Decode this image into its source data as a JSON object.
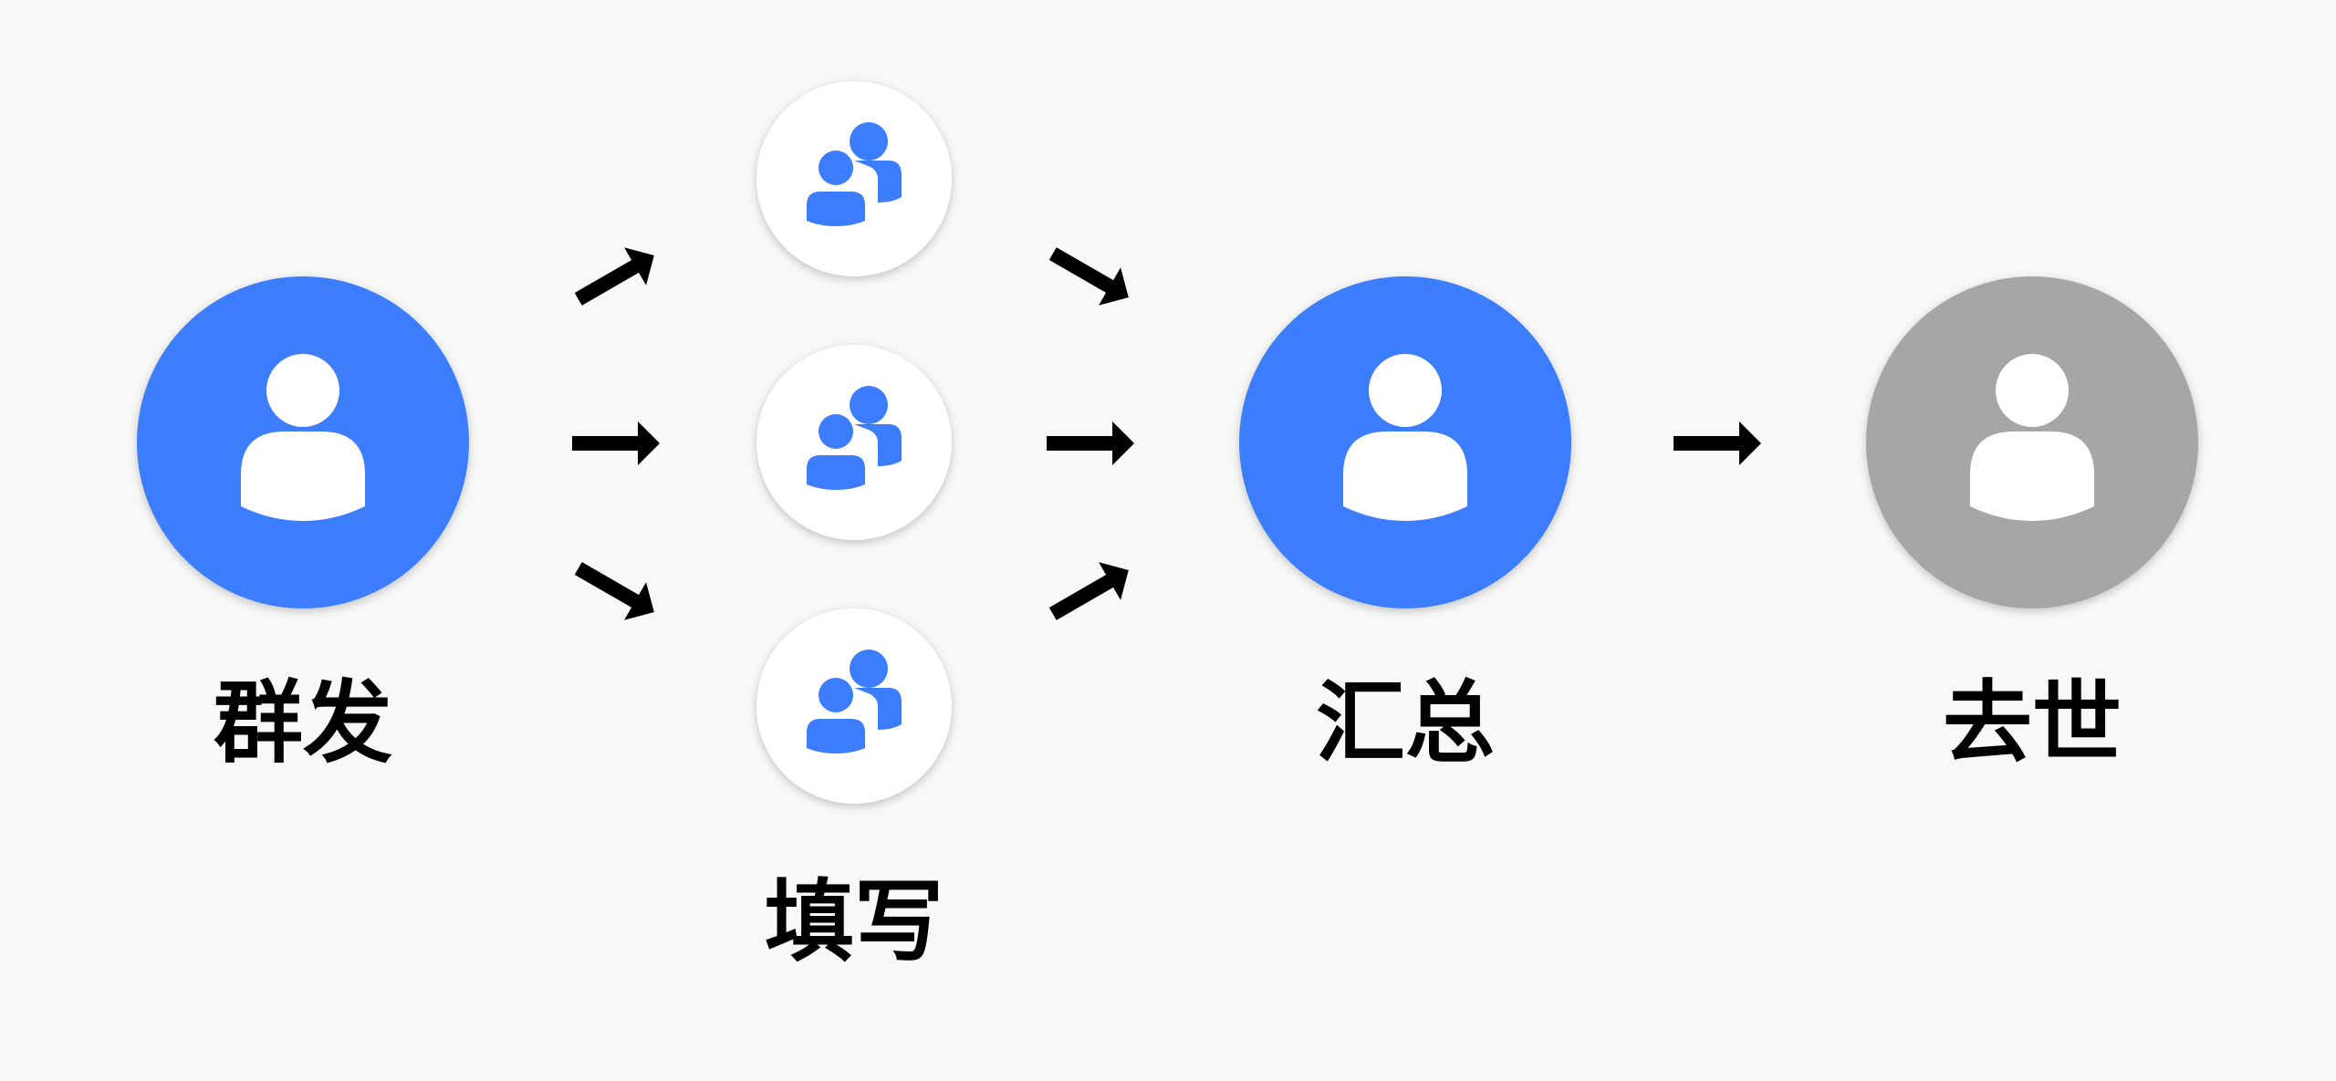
{
  "diagram": {
    "labels": {
      "broadcast": "群发",
      "fill": "填写",
      "summarize": "汇总",
      "deceased": "去世"
    },
    "nodes": {
      "broadcast": {
        "icon": "person-icon",
        "fill_color": "#3b7dfd",
        "icon_color": "#ffffff"
      },
      "fill_top": {
        "icon": "people-group-icon",
        "fill_color": "#ffffff",
        "icon_color": "#3b7dfd"
      },
      "fill_middle": {
        "icon": "people-group-icon",
        "fill_color": "#ffffff",
        "icon_color": "#3b7dfd"
      },
      "fill_bottom": {
        "icon": "people-group-icon",
        "fill_color": "#ffffff",
        "icon_color": "#3b7dfd"
      },
      "summarize": {
        "icon": "person-icon",
        "fill_color": "#3b7dfd",
        "icon_color": "#ffffff"
      },
      "deceased": {
        "icon": "person-icon",
        "fill_color": "#a6a6a6",
        "icon_color": "#ffffff"
      }
    },
    "edges": [
      {
        "from": "broadcast",
        "to": "fill_top"
      },
      {
        "from": "broadcast",
        "to": "fill_middle"
      },
      {
        "from": "broadcast",
        "to": "fill_bottom"
      },
      {
        "from": "fill_top",
        "to": "summarize"
      },
      {
        "from": "fill_middle",
        "to": "summarize"
      },
      {
        "from": "fill_bottom",
        "to": "summarize"
      },
      {
        "from": "summarize",
        "to": "deceased"
      }
    ],
    "colors": {
      "primary_blue": "#3b7dfd",
      "inactive_gray": "#a6a6a6",
      "arrow": "#000000",
      "background": "#f8f8f8"
    }
  }
}
